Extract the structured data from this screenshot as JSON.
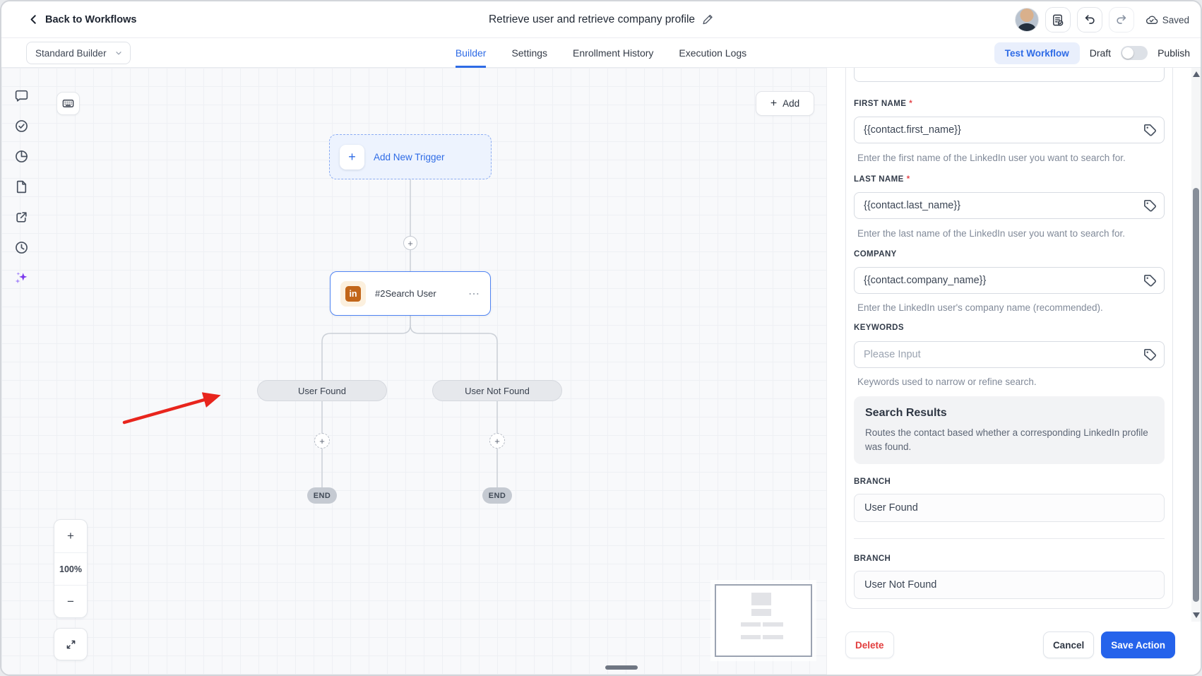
{
  "header": {
    "back_label": "Back to Workflows",
    "title": "Retrieve user and retrieve company profile",
    "saved_label": "Saved"
  },
  "toolbar": {
    "builder_mode": "Standard Builder",
    "tabs": [
      "Builder",
      "Settings",
      "Enrollment History",
      "Execution Logs"
    ],
    "active_tab": "Builder",
    "test_workflow_label": "Test Workflow",
    "draft_label": "Draft",
    "publish_label": "Publish",
    "publish_state": "off"
  },
  "canvas": {
    "add_button_label": "Add",
    "trigger_label": "Add New Trigger",
    "action_node_label": "#2Search User",
    "branch_left_label": "User Found",
    "branch_right_label": "User Not Found",
    "end_label": "END",
    "zoom_level": "100%"
  },
  "glyphs": {
    "plus": "+",
    "minus": "−",
    "ellipsis": "⋯"
  },
  "panel": {
    "fields": [
      {
        "label": "FIRST NAME",
        "required": "*",
        "value": "{{contact.first_name}}",
        "helper": "Enter the first name of the LinkedIn user you want to search for."
      },
      {
        "label": "LAST NAME",
        "required": "*",
        "value": "{{contact.last_name}}",
        "helper": "Enter the last name of the LinkedIn user you want to search for."
      },
      {
        "label": "COMPANY",
        "required": "",
        "value": "{{contact.company_name}}",
        "helper": "Enter the LinkedIn user's company name (recommended)."
      },
      {
        "label": "KEYWORDS",
        "required": "",
        "value": "",
        "placeholder": "Please Input",
        "helper": "Keywords used to narrow or refine search."
      }
    ],
    "section": {
      "title": "Search Results",
      "description": "Routes the contact based whether a corresponding LinkedIn profile was found."
    },
    "branches": [
      {
        "label": "BRANCH",
        "value": "User Found"
      },
      {
        "label": "BRANCH",
        "value": "User Not Found"
      }
    ],
    "footer": {
      "delete_label": "Delete",
      "cancel_label": "Cancel",
      "save_label": "Save Action"
    }
  },
  "colors": {
    "accent": "#2e6be6",
    "save_button": "#2563eb",
    "danger": "#e23d3d",
    "linkedin_badge": "#c2661a",
    "annotation_arrow": "#e8251d"
  }
}
